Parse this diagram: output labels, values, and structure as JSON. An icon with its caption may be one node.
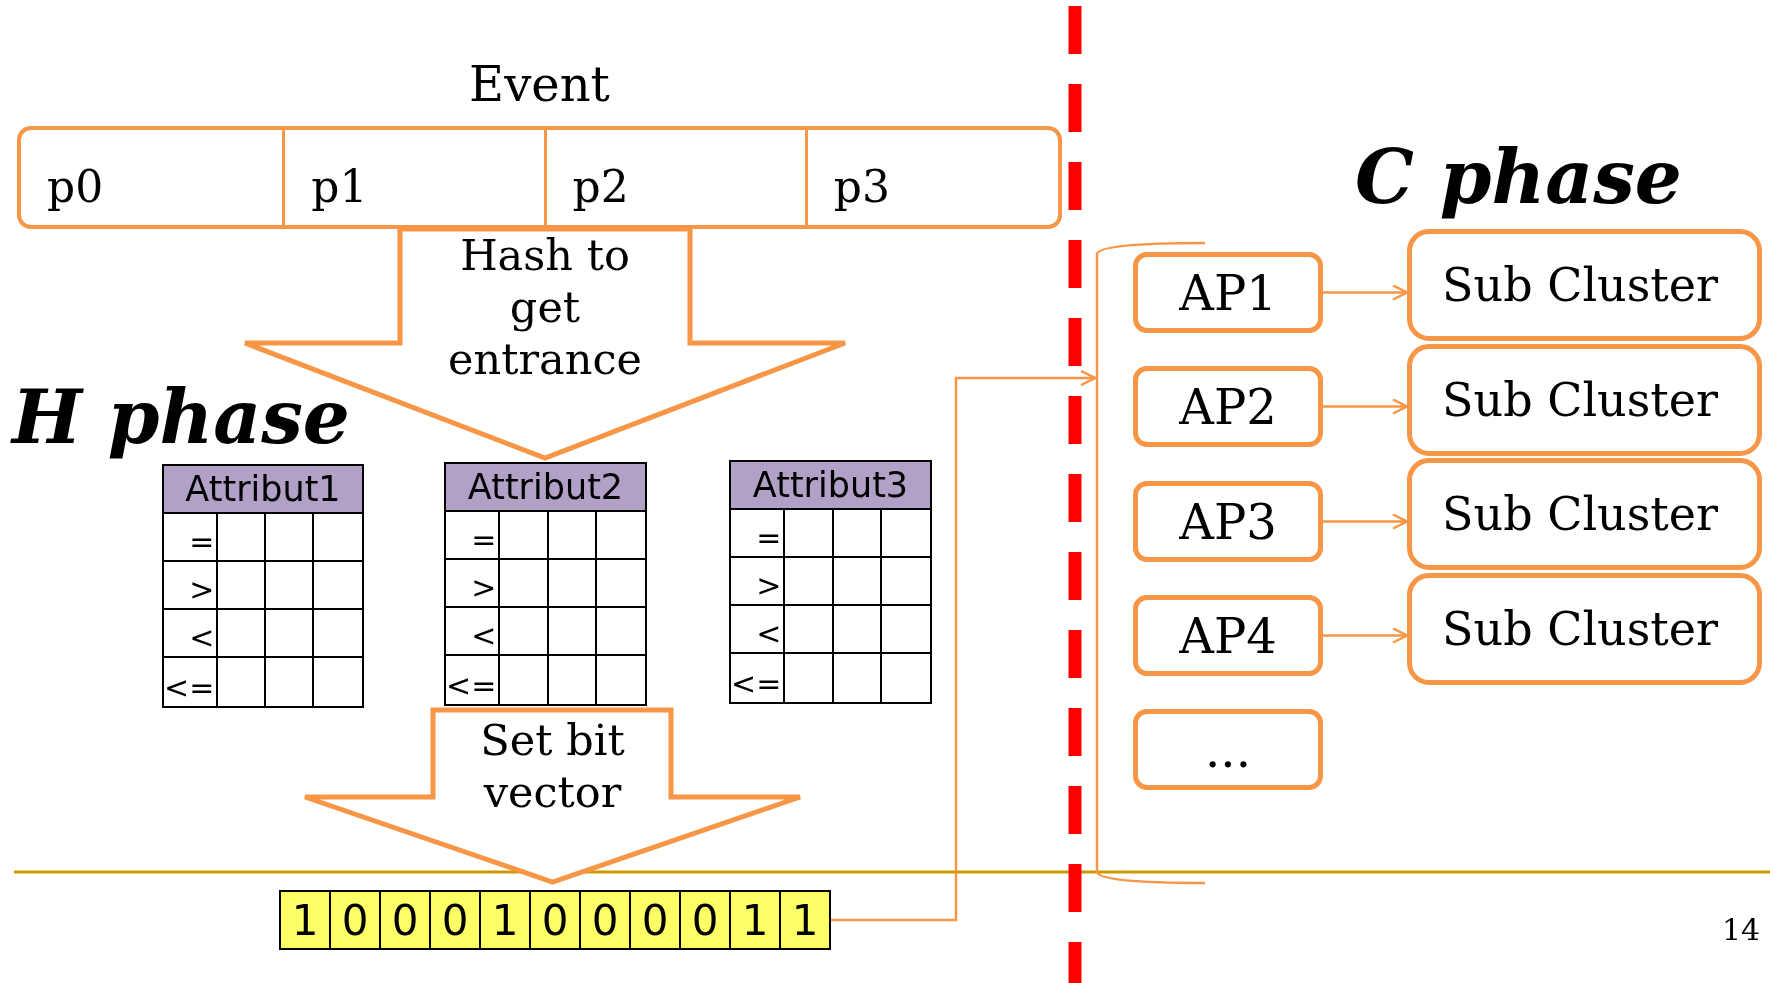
{
  "diagram": {
    "nodes": [
      {
        "text": [
          "Event"
        ]
      },
      {
        "text": [
          "p0"
        ],
        "in": 0
      },
      {
        "text": [
          "p1"
        ],
        "in": 0
      },
      {
        "text": [
          "p2"
        ],
        "in": 0
      },
      {
        "text": [
          "p3"
        ],
        "in": 0
      },
      {
        "text": [
          "Hash to get entrance"
        ]
      },
      {
        "text": [
          "Attribut1",
          "=",
          ">",
          "<",
          "<="
        ]
      },
      {
        "text": [
          "Attribut2",
          "=",
          ">",
          "<",
          "<="
        ]
      },
      {
        "text": [
          "Attribut3",
          "=",
          ">",
          "<",
          "<="
        ]
      },
      {
        "text": [
          "Set bit vector"
        ]
      },
      {
        "text": [
          "1",
          "0",
          "0",
          "0",
          "1",
          "0",
          "0",
          "0",
          "0",
          "1",
          "1"
        ]
      },
      {
        "text": [
          "AP1"
        ]
      },
      {
        "text": [
          "Sub Cluster"
        ]
      },
      {
        "text": [
          "AP2"
        ]
      },
      {
        "text": [
          "Sub Cluster"
        ]
      },
      {
        "text": [
          "AP3"
        ]
      },
      {
        "text": [
          "Sub Cluster"
        ]
      },
      {
        "text": [
          "AP4"
        ]
      },
      {
        "text": [
          "Sub Cluster"
        ]
      },
      {
        "text": [
          "..."
        ]
      },
      {
        "text": [],
        "shape": "bracket"
      }
    ],
    "edges": [
      {
        "from": 10,
        "to": 20,
        "arrow": "to"
      },
      {
        "from": 11,
        "to": 12,
        "arrow": "to"
      },
      {
        "from": 13,
        "to": 14,
        "arrow": "to"
      },
      {
        "from": 15,
        "to": 16,
        "arrow": "to"
      },
      {
        "from": 17,
        "to": 18,
        "arrow": "to"
      }
    ],
    "labels": [
      "H phase",
      "C phase",
      "14"
    ]
  }
}
